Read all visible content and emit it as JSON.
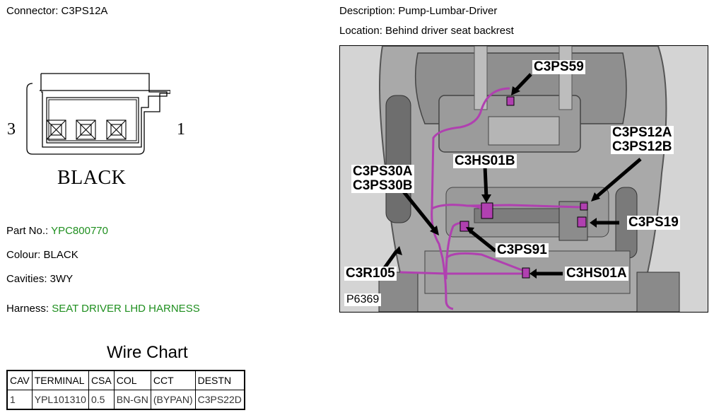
{
  "connector": {
    "label": "Connector: C3PS12A",
    "pin_left": "3",
    "pin_right": "1",
    "colour_text": "BLACK"
  },
  "description": "Description: Pump-Lumbar-Driver",
  "location": "Location: Behind driver seat backrest",
  "part": {
    "label": "Part No.: ",
    "value": "YPC800770"
  },
  "colour": "Colour: BLACK",
  "cavities": "Cavities: 3WY",
  "harness": {
    "label": "Harness: ",
    "value": "SEAT DRIVER LHD HARNESS"
  },
  "wire_chart": {
    "title": "Wire Chart",
    "headers": [
      "CAV",
      "TERMINAL",
      "CSA",
      "COL",
      "CCT",
      "DESTN"
    ],
    "rows": [
      [
        "1",
        "YPL101310",
        "0.5",
        "BN-GN",
        "(BYPAN)",
        "C3PS22D"
      ]
    ]
  },
  "photo": {
    "callouts": {
      "c3ps59": "C3PS59",
      "c3ps12a": "C3PS12A",
      "c3ps12b": "C3PS12B",
      "c3hs01b": "C3HS01B",
      "c3ps30a": "C3PS30A",
      "c3ps30b": "C3PS30B",
      "c3ps19": "C3PS19",
      "c3ps91": "C3PS91",
      "c3r105": "C3R105",
      "c3hs01a": "C3HS01A"
    },
    "reference": "P6369"
  },
  "colors": {
    "harness": "#b040b0",
    "green_text": "#1f8f1f"
  }
}
